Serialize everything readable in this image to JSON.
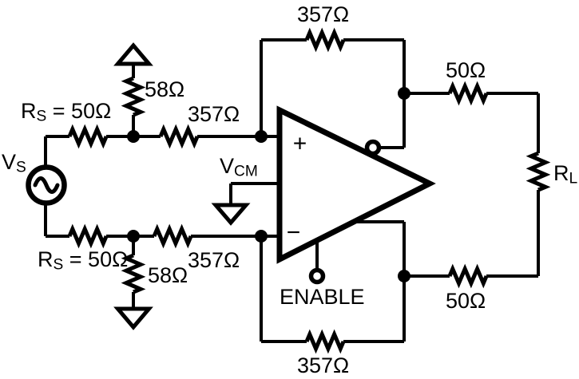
{
  "diagram": {
    "type": "circuit-schematic",
    "description": "Fully differential amplifier with source, termination, gain and load resistors",
    "colors": {
      "line": "#000000",
      "background": "#ffffff"
    },
    "labels": {
      "source": {
        "main": "V",
        "sub": "S"
      },
      "rs_top": {
        "main": "R",
        "sub": "S",
        "rest": " = 50Ω"
      },
      "rs_bottom": {
        "main": "R",
        "sub": "S",
        "rest": " = 50Ω"
      },
      "r58_top": "58Ω",
      "r58_bottom": "58Ω",
      "rin_top": "357Ω",
      "rin_bottom": "357Ω",
      "rfb_top": "357Ω",
      "rfb_bottom": "357Ω",
      "rout_top": "50Ω",
      "rout_bottom": "50Ω",
      "load": {
        "main": "R",
        "sub": "L"
      },
      "vcm": {
        "main": "V",
        "sub": "CM"
      },
      "enable": "ENABLE",
      "amp_plus": "+",
      "amp_minus": "−"
    }
  }
}
